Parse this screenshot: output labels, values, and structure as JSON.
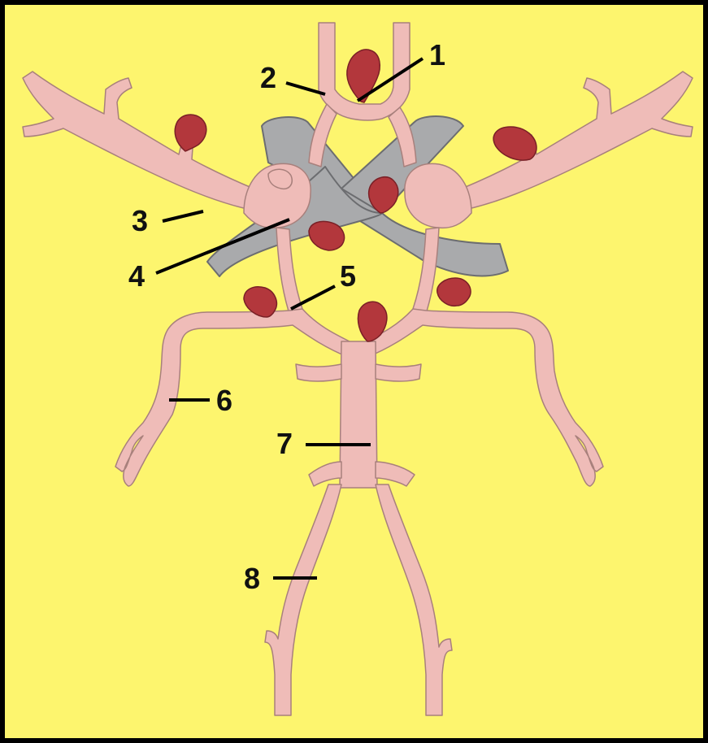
{
  "diagram": {
    "colors": {
      "background": "#fdf56e",
      "border": "#000000",
      "artery_fill": "#efbcb8",
      "artery_stroke": "#a8807c",
      "aneurysm_fill": "#b3373c",
      "aneurysm_stroke": "#7a2026",
      "nerve_fill": "#a9aaac",
      "nerve_stroke": "#6c6d70",
      "leader_line": "#000000",
      "label_text": "#111111"
    },
    "labels": [
      {
        "id": "1",
        "text": "1"
      },
      {
        "id": "2",
        "text": "2"
      },
      {
        "id": "3",
        "text": "3"
      },
      {
        "id": "4",
        "text": "4"
      },
      {
        "id": "5",
        "text": "5"
      },
      {
        "id": "6",
        "text": "6"
      },
      {
        "id": "7",
        "text": "7"
      },
      {
        "id": "8",
        "text": "8"
      }
    ]
  }
}
